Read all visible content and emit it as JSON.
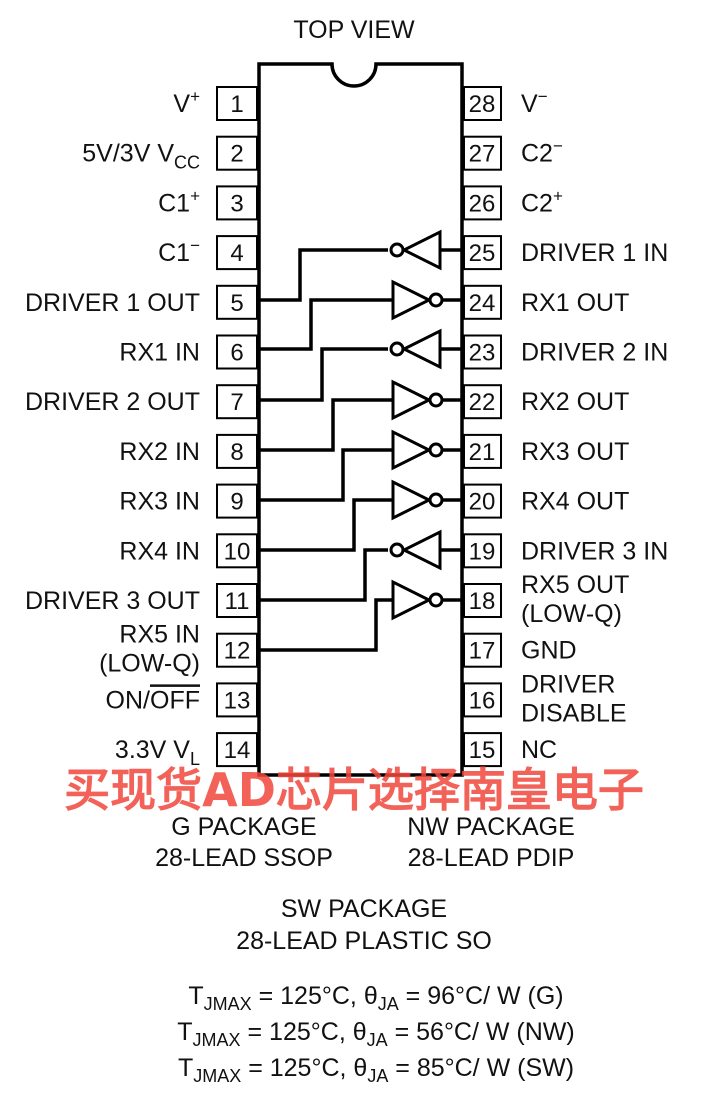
{
  "title": "TOP VIEW",
  "left_pins": [
    {
      "num": "1",
      "label": "V",
      "sup": "+"
    },
    {
      "num": "2",
      "label": "5V/3V V",
      "sub": "CC"
    },
    {
      "num": "3",
      "label": "C1",
      "sup": "+"
    },
    {
      "num": "4",
      "label": "C1",
      "sup": "−"
    },
    {
      "num": "5",
      "label": "DRIVER 1 OUT"
    },
    {
      "num": "6",
      "label": "RX1 IN"
    },
    {
      "num": "7",
      "label": "DRIVER 2 OUT"
    },
    {
      "num": "8",
      "label": "RX2 IN"
    },
    {
      "num": "9",
      "label": "RX3 IN"
    },
    {
      "num": "10",
      "label": "RX4 IN"
    },
    {
      "num": "11",
      "label": "DRIVER 3 OUT"
    },
    {
      "num": "12",
      "label": "RX5 IN",
      "label2": "(LOW-Q)"
    },
    {
      "num": "13",
      "label": "ON/",
      "overline": "OFF"
    },
    {
      "num": "14",
      "label": "3.3V V",
      "sub": "L"
    }
  ],
  "right_pins": [
    {
      "num": "28",
      "label": "V",
      "sup": "−"
    },
    {
      "num": "27",
      "label": "C2",
      "sup": "−"
    },
    {
      "num": "26",
      "label": "C2",
      "sup": "+"
    },
    {
      "num": "25",
      "label": "DRIVER 1 IN"
    },
    {
      "num": "24",
      "label": "RX1 OUT"
    },
    {
      "num": "23",
      "label": "DRIVER 2 IN"
    },
    {
      "num": "22",
      "label": "RX2 OUT"
    },
    {
      "num": "21",
      "label": "RX3 OUT"
    },
    {
      "num": "20",
      "label": "RX4 OUT"
    },
    {
      "num": "19",
      "label": "DRIVER 3 IN"
    },
    {
      "num": "18",
      "label": "RX5 OUT",
      "label2": "(LOW-Q)"
    },
    {
      "num": "17",
      "label": "GND"
    },
    {
      "num": "16",
      "label": "DRIVER",
      "label2": "DISABLE"
    },
    {
      "num": "15",
      "label": "NC"
    }
  ],
  "watermark": "买现货AD芯片选择南皇电子",
  "packages": {
    "g_line1": "G PACKAGE",
    "g_line2": "28-LEAD SSOP",
    "nw_line1": "NW PACKAGE",
    "nw_line2": "28-LEAD PDIP",
    "sw_line1": "SW PACKAGE",
    "sw_line2": "28-LEAD PLASTIC SO"
  },
  "thermal": [
    {
      "tj": "T",
      "tj_sub": "JMAX",
      "mid": " = 125°C, ",
      "theta": "θ",
      "theta_sub": "JA",
      "val": " = 96°C/ W (G)"
    },
    {
      "tj": "T",
      "tj_sub": "JMAX",
      "mid": " = 125°C, ",
      "theta": "θ",
      "theta_sub": "JA",
      "val": " = 56°C/ W (NW)"
    },
    {
      "tj": "T",
      "tj_sub": "JMAX",
      "mid": " = 125°C, ",
      "theta": "θ",
      "theta_sub": "JA",
      "val": " = 85°C/ W (SW)"
    }
  ]
}
